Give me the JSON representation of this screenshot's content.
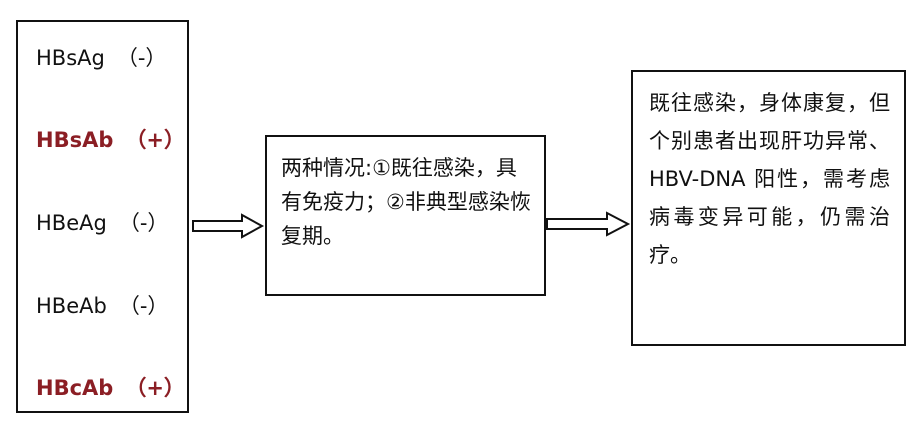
{
  "markers": [
    {
      "name": "HBsAg",
      "result": "（-）",
      "positive": false
    },
    {
      "name": "HBsAb",
      "result": "（+）",
      "positive": true
    },
    {
      "name": "HBeAg",
      "result": "（-）",
      "positive": false
    },
    {
      "name": "HBeAb",
      "result": "（-）",
      "positive": false
    },
    {
      "name": "HBcAb",
      "result": "（+）",
      "positive": true
    }
  ],
  "middle_text": "两种情况:①既往感染，具有免疫力；②非典型感染恢复期。",
  "right_text": "既往感染，身体康复，但个别患者出现肝功异常、HBV-DNA 阳性，需考虑病毒变异可能，仍需治疗。",
  "colors": {
    "positive": "#8b1e24",
    "text": "#111111"
  }
}
